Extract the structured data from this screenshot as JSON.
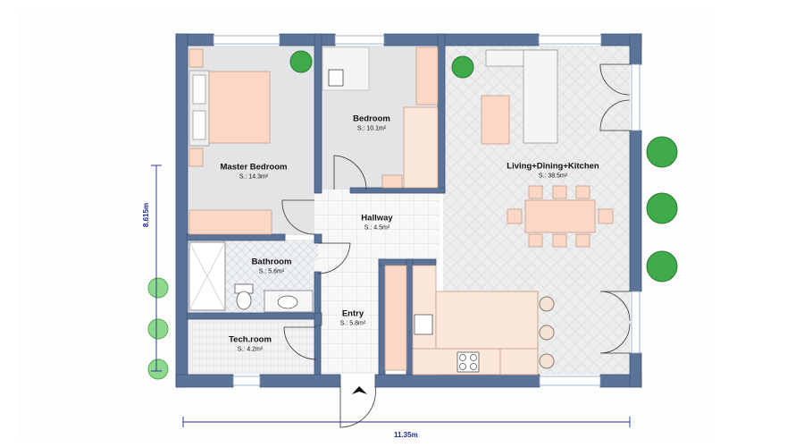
{
  "plan": {
    "rooms": [
      {
        "name": "Master Bedroom",
        "area": "S.: 14.3m²"
      },
      {
        "name": "Bedroom",
        "area": "S.: 10.1m²"
      },
      {
        "name": "Living+Dining+Kitchen",
        "area": "S.: 38.5m²"
      },
      {
        "name": "Hallway",
        "area": "S.: 4.5m²"
      },
      {
        "name": "Bathroom",
        "area": "S.: 5.6m²"
      },
      {
        "name": "Entry",
        "area": "S.: 5.8m²"
      },
      {
        "name": "Tech.room",
        "area": "S.: 4.2m²"
      }
    ],
    "dimensions": {
      "width": "11.35m",
      "height": "8.615m"
    }
  },
  "colors": {
    "wall": "#5a7397",
    "wall_edge": "#3f5676",
    "floor_grey": "#e4e4e6",
    "floor_living": "#ececec",
    "furniture": "#fbd8c6",
    "furniture_edge": "#c79c86",
    "plant": "#3faa4a",
    "dim_line": "#1e2a8f"
  }
}
